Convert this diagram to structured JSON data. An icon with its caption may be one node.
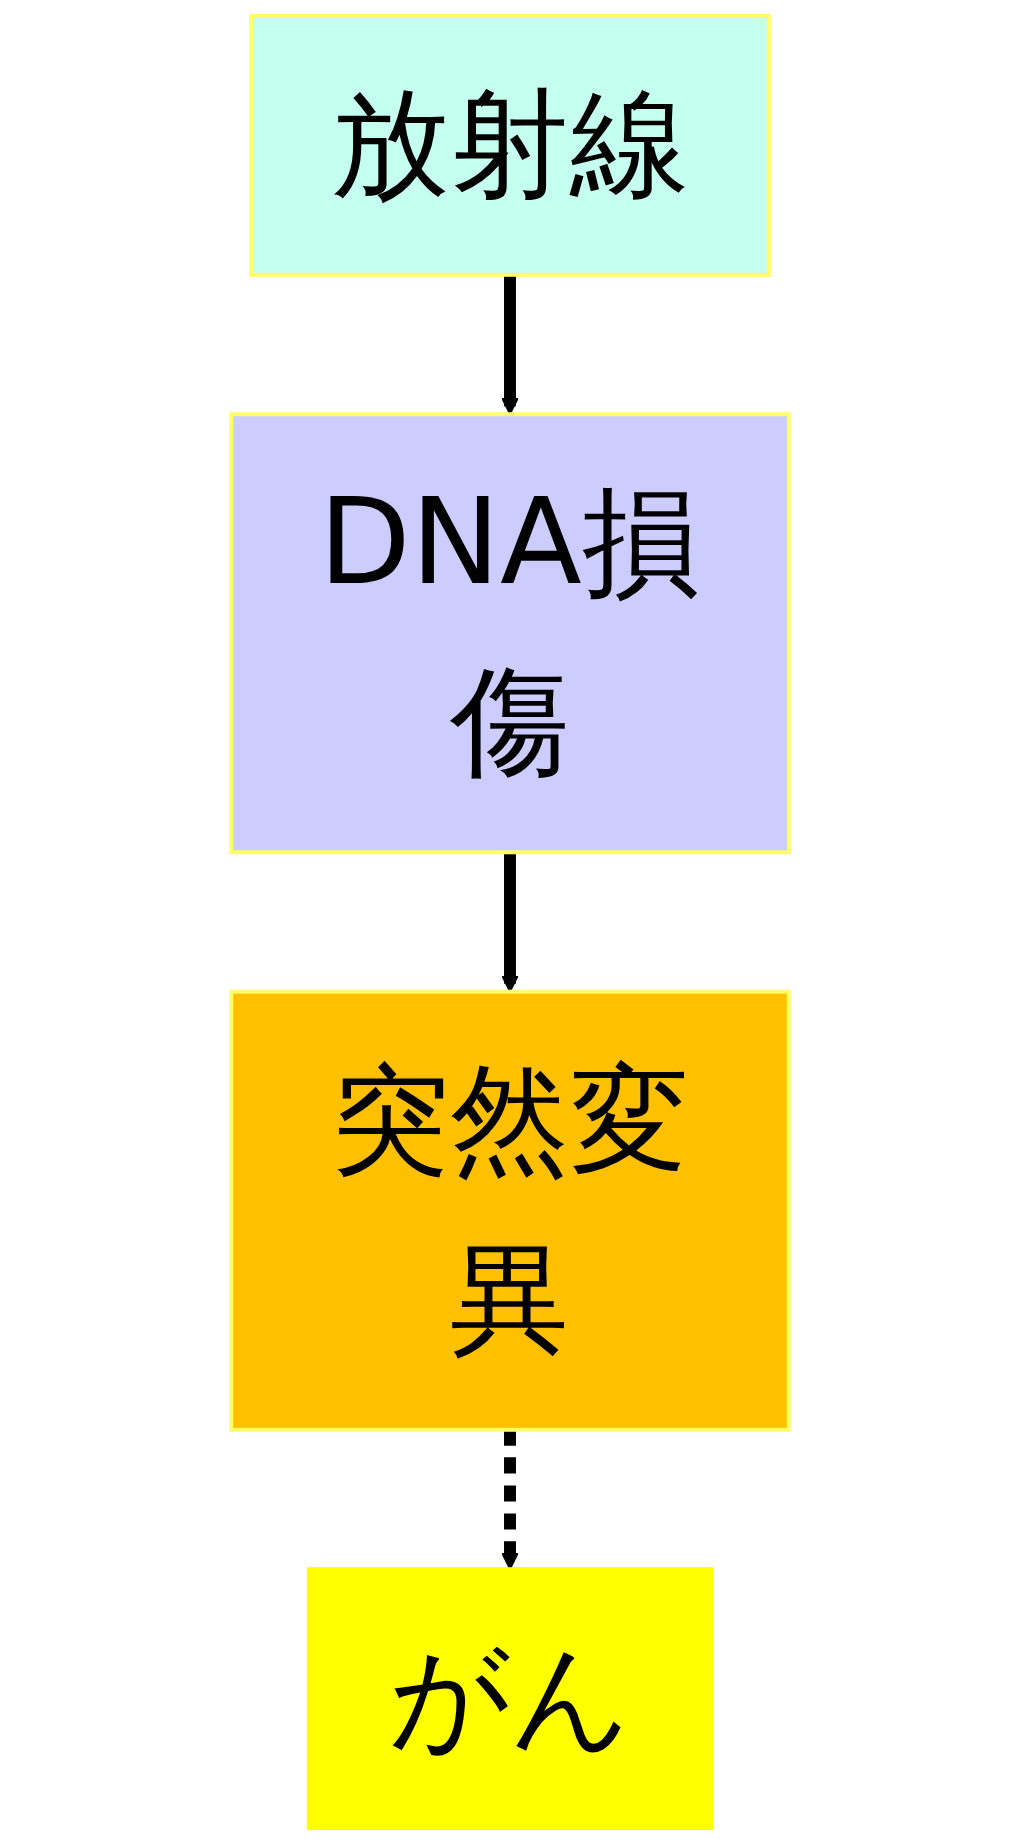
{
  "diagram": {
    "nodes": [
      {
        "text": [
          "放射線"
        ]
      },
      {
        "text": [
          "DNA損傷"
        ]
      },
      {
        "text": [
          "突然変異"
        ]
      },
      {
        "text": [
          "がん"
        ]
      }
    ],
    "edges": [
      {
        "from": 0,
        "to": 1,
        "arrow": "to"
      },
      {
        "from": 1,
        "to": 2,
        "arrow": "to"
      },
      {
        "from": 2,
        "to": 3,
        "arrow": "to",
        "style": "dashed"
      }
    ]
  }
}
